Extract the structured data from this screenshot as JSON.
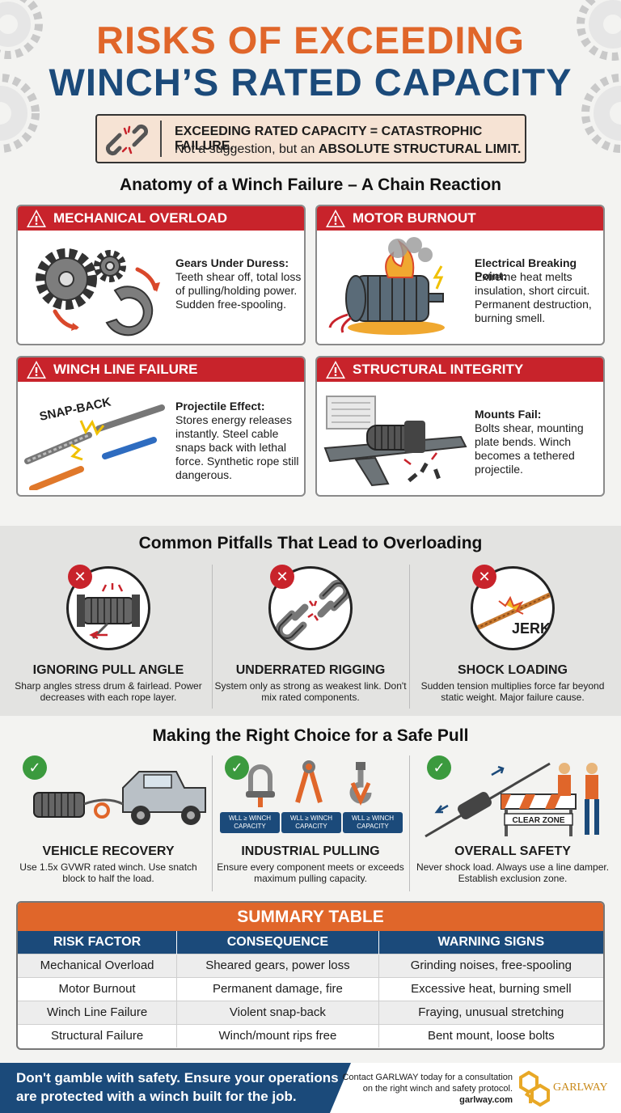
{
  "header": {
    "title_line1": "RISKS OF EXCEEDING",
    "title_line2": "WINCH’S RATED CAPACITY",
    "alert_line1": "EXCEEDING RATED CAPACITY = CATASTROPHIC FAILURE.",
    "alert_line2_pre": "Not a suggestion, but an ",
    "alert_line2_bold": "ABSOLUTE STRUCTURAL LIMIT."
  },
  "anatomy": {
    "heading": "Anatomy of a Winch Failure – A Chain Reaction",
    "cards": [
      {
        "header": "MECHANICAL OVERLOAD",
        "title": "Gears Under Duress:",
        "desc": "Teeth shear off, total loss of pulling/holding power. Sudden free-spooling."
      },
      {
        "header": "MOTOR BURNOUT",
        "title": "Electrical Breaking Point:",
        "desc": "Extreme heat melts insulation, short circuit. Permanent destruction, burning smell."
      },
      {
        "header": "WINCH LINE FAILURE",
        "title": "Projectile Effect:",
        "desc": "Stores energy releases instantly. Steel cable snaps back with lethal force. Synthetic rope still dangerous.",
        "img_label": "SNAP-BACK"
      },
      {
        "header": "STRUCTURAL INTEGRITY COMPROMISE",
        "title": "Mounts Fail:",
        "desc": "Bolts shear, mounting plate bends. Winch becomes a tethered projectile."
      }
    ]
  },
  "pitfalls": {
    "heading": "Common Pitfalls That Lead to Overloading",
    "items": [
      {
        "title": "IGNORING PULL ANGLE",
        "desc": "Sharp angles stress drum & fairlead. Power decreases with each rope layer."
      },
      {
        "title": "UNDERRATED RIGGING",
        "desc": "System only as strong as weakest link. Don't mix rated components."
      },
      {
        "title": "SHOCK LOADING",
        "desc": "Sudden tension multiplies force far beyond static weight. Major failure cause.",
        "img_label": "JERK"
      }
    ]
  },
  "choices": {
    "heading": "Making the Right Choice for a Safe Pull",
    "items": [
      {
        "title": "VEHICLE RECOVERY",
        "desc": "Use 1.5x GVWR rated winch. Use snatch block to half the load."
      },
      {
        "title": "INDUSTRIAL PULLING",
        "desc": "Ensure every component meets or exceeds maximum pulling capacity.",
        "tags": [
          "WLL ≥ WINCH\nCAPACITY",
          "WLL ≥ WINCH\nCAPACITY",
          "WLL ≥ WINCH\nCAPACITY"
        ]
      },
      {
        "title": "OVERALL SAFETY",
        "desc": "Never shock load. Always use a line damper. Establish exclusion zone.",
        "img_label": "CLEAR ZONE"
      }
    ]
  },
  "summary": {
    "title": "SUMMARY TABLE",
    "columns": [
      "RISK FACTOR",
      "CONSEQUENCE",
      "WARNING SIGNS"
    ],
    "rows": [
      [
        "Mechanical Overload",
        "Sheared gears, power loss",
        "Grinding noises, free-spooling"
      ],
      [
        "Motor Burnout",
        "Permanent damage, fire",
        "Excessive heat, burning smell"
      ],
      [
        "Winch Line Failure",
        "Violent snap-back",
        "Fraying, unusual stretching"
      ],
      [
        "Structural Failure",
        "Winch/mount rips free",
        "Bent mount, loose bolts"
      ]
    ]
  },
  "footer": {
    "slogan_line1": "Don't gamble with safety. Ensure your operations",
    "slogan_line2": "are protected with a winch built for the job.",
    "contact_line1": "Contact GARLWAY today for a consultation",
    "contact_line2": "on the right winch and safety protocol.",
    "website": "garlway.com",
    "logo_text": "GARLWAY"
  },
  "colors": {
    "orange": "#e0662a",
    "navy": "#1b4a7a",
    "red": "#c8232b",
    "green": "#3b9a3e"
  }
}
